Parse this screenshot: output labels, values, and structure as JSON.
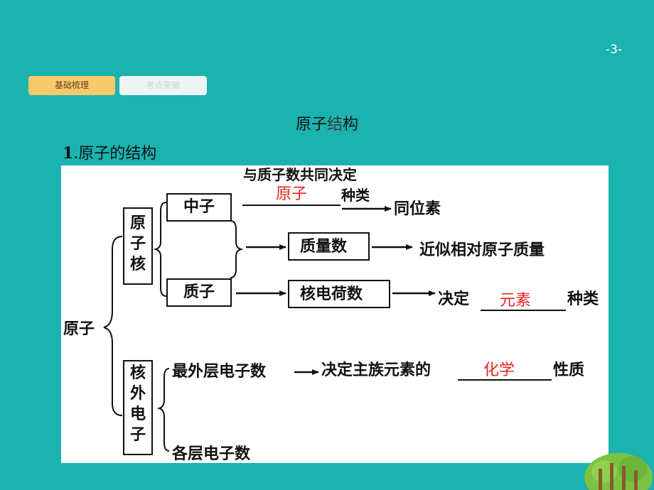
{
  "page_number": "-3-",
  "tabs": [
    {
      "label": "基础梳理",
      "active": true
    },
    {
      "label": "考点突破",
      "active": false
    }
  ],
  "section_title_a": "原子",
  "section_title_b": "结",
  "section_title_c": "构",
  "subtitle_num": "1",
  "subtitle_text": ".原子的结构",
  "diagram": {
    "root": "原子",
    "nucleus": "原子核",
    "electrons": "核外电子",
    "neutron": "中子",
    "proton": "质子",
    "neutron_note": "与质子数共同决定",
    "neutron_answer": "原子",
    "neutron_suffix": "种类",
    "isotope": "同位素",
    "mass_number": "质量数",
    "mass_result": "近似相对原子质量",
    "charge_number": "核电荷数",
    "charge_prefix": "决定",
    "charge_answer": "元素",
    "charge_suffix": "种类",
    "outer_electrons": "最外层电子数",
    "outer_prefix": "决定主族元素的",
    "outer_answer": "化学",
    "outer_suffix": "性质",
    "layer_electrons": "各层电子数"
  },
  "colors": {
    "background": "#1bb3b0",
    "active_tab": "#f9c96a",
    "answer_red": "#e8231f"
  }
}
